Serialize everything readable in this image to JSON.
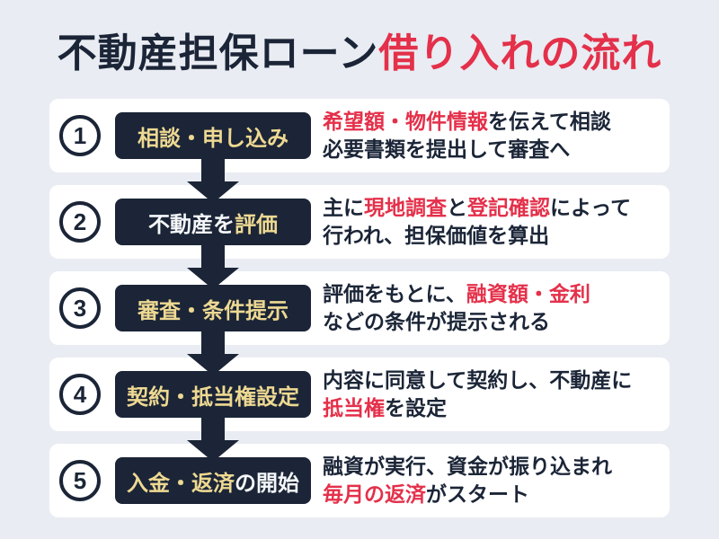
{
  "colors": {
    "background": "#e9ecf2",
    "card_background": "#ffffff",
    "navy": "#1b2537",
    "red": "#e4304a",
    "yellow": "#eed992",
    "white": "#f4f6f8"
  },
  "icons": {
    "step_connector": "down-arrow-icon"
  },
  "title": {
    "segments": [
      {
        "text": "不動産担保ローン",
        "color": "navy"
      },
      {
        "text": "借り入れの流れ",
        "color": "red"
      }
    ]
  },
  "steps": [
    {
      "number": "1",
      "label": [
        {
          "text": "相談・申し込み",
          "color": "yellow"
        }
      ],
      "desc1": [
        {
          "text": "希望額・物件情報",
          "color": "red"
        },
        {
          "text": "を伝えて相談",
          "color": "navy"
        }
      ],
      "desc2": [
        {
          "text": "必要書類を提出して審査へ",
          "color": "navy"
        }
      ]
    },
    {
      "number": "2",
      "label": [
        {
          "text": "不動産を",
          "color": "white"
        },
        {
          "text": "評価",
          "color": "yellow"
        }
      ],
      "desc1": [
        {
          "text": "主に",
          "color": "navy"
        },
        {
          "text": "現地調査",
          "color": "red"
        },
        {
          "text": "と",
          "color": "navy"
        },
        {
          "text": "登記確認",
          "color": "red"
        },
        {
          "text": "によって",
          "color": "navy"
        }
      ],
      "desc2": [
        {
          "text": "行われ、担保価値を算出",
          "color": "navy"
        }
      ]
    },
    {
      "number": "3",
      "label": [
        {
          "text": "審査・条件提示",
          "color": "yellow"
        }
      ],
      "desc1": [
        {
          "text": "評価をもとに、",
          "color": "navy"
        },
        {
          "text": "融資額・金利",
          "color": "red"
        }
      ],
      "desc2": [
        {
          "text": "などの条件が提示される",
          "color": "navy"
        }
      ]
    },
    {
      "number": "4",
      "label": [
        {
          "text": "契約・抵当権設定",
          "color": "yellow"
        }
      ],
      "desc1": [
        {
          "text": "内容に同意して契約し、不動産に",
          "color": "navy"
        }
      ],
      "desc2": [
        {
          "text": "抵当権",
          "color": "red"
        },
        {
          "text": "を設定",
          "color": "navy"
        }
      ]
    },
    {
      "number": "5",
      "label": [
        {
          "text": "入金・返済",
          "color": "yellow"
        },
        {
          "text": "の開始",
          "color": "white"
        }
      ],
      "desc1": [
        {
          "text": "融資が実行、資金が振り込まれ",
          "color": "navy"
        }
      ],
      "desc2": [
        {
          "text": "毎月の返済",
          "color": "red"
        },
        {
          "text": "がスタート",
          "color": "navy"
        }
      ]
    }
  ]
}
